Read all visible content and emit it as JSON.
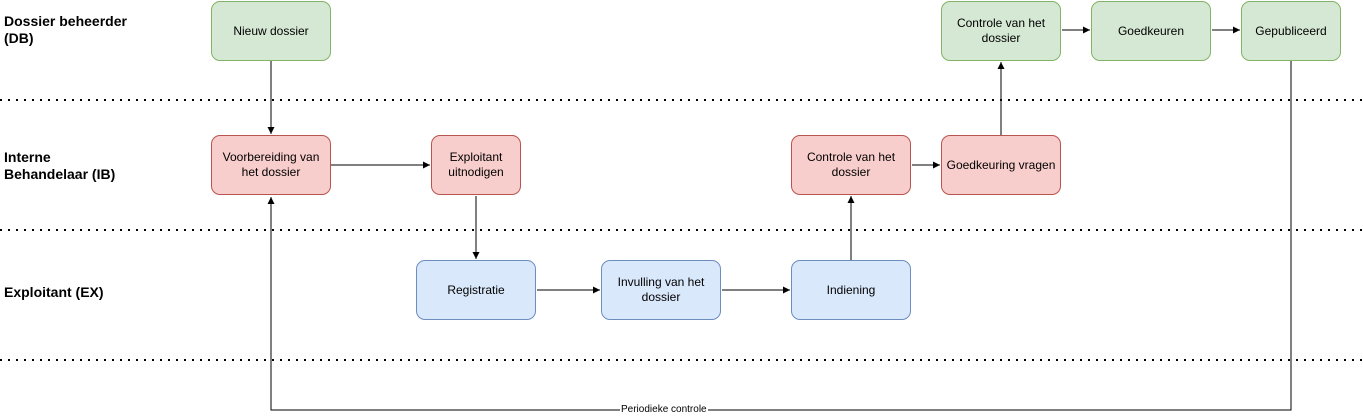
{
  "lanes": [
    {
      "id": "db",
      "label_line1": "Dossier beheerder",
      "label_line2": "(DB)"
    },
    {
      "id": "ib",
      "label_line1": "Interne",
      "label_line2": "Behandelaar (IB)"
    },
    {
      "id": "ex",
      "label_line1": "Exploitant (EX)",
      "label_line2": ""
    }
  ],
  "nodes": {
    "nieuw_dossier": "Nieuw dossier",
    "db_controle": "Controle van het dossier",
    "goedkeuren": "Goedkeuren",
    "gepubliceerd": "Gepubliceerd",
    "voorbereiding": "Voorbereiding van het dossier",
    "exploitant_uitnodigen": "Exploitant uitnodigen",
    "ib_controle": "Controle van het dossier",
    "goedkeuring_vragen": "Goedkeuring vragen",
    "registratie": "Registratie",
    "invulling": "Invulling van het dossier",
    "indiening": "Indiening"
  },
  "edges": {
    "periodieke_controle": "Periodieke controle"
  },
  "colors": {
    "db_fill": "#d5e8d4",
    "db_stroke": "#82b366",
    "ib_fill": "#f8cecc",
    "ib_stroke": "#b85450",
    "ex_fill": "#dae8fc",
    "ex_stroke": "#6c8ebf",
    "line": "#000000"
  }
}
